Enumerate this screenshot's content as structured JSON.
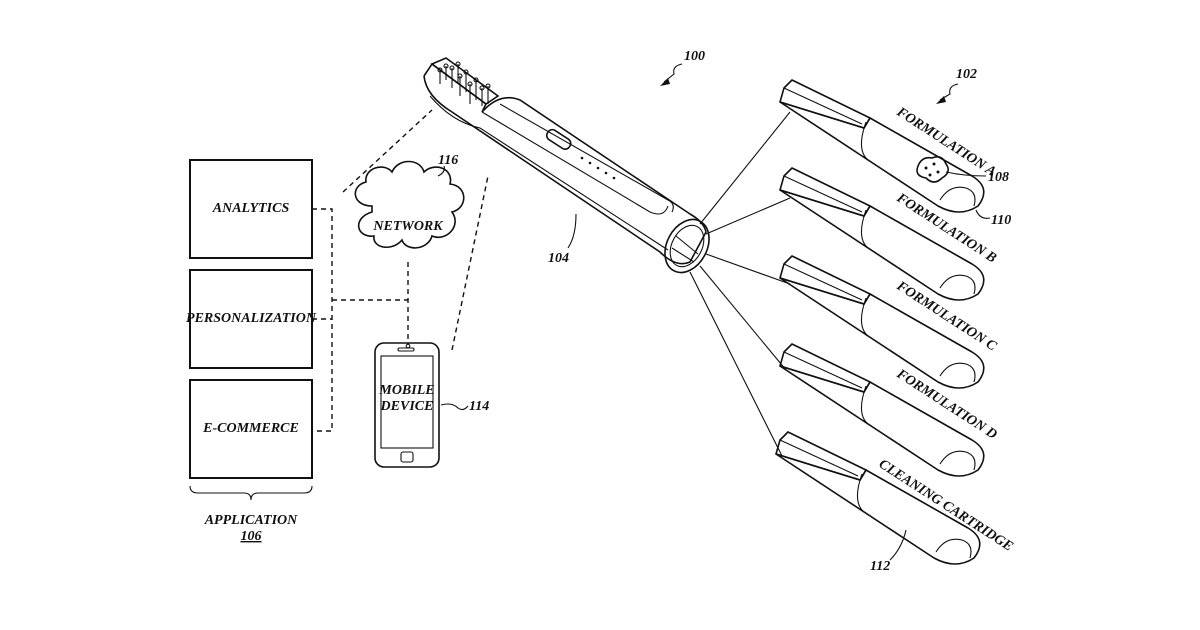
{
  "figure": {
    "ref_system": "100"
  },
  "application": {
    "label": "APPLICATION",
    "ref": "106",
    "modules": [
      {
        "label": "ANALYTICS"
      },
      {
        "label": "PERSONALIZATION"
      },
      {
        "label": "E-COMMERCE"
      }
    ]
  },
  "network": {
    "label": "NETWORK",
    "ref": "116"
  },
  "mobile_device": {
    "label_line1": "MOBILE",
    "label_line2": "DEVICE",
    "ref": "114"
  },
  "device": {
    "ref": "104"
  },
  "cartridges": {
    "ref_group": "102",
    "ref_ingredient": "108",
    "ref_cap": "110",
    "ref_cleaning": "112",
    "items": [
      {
        "label": "FORMULATION A"
      },
      {
        "label": "FORMULATION B"
      },
      {
        "label": "FORMULATION C"
      },
      {
        "label": "FORMULATION D"
      },
      {
        "label": "CLEANING CARTRIDGE"
      }
    ]
  }
}
